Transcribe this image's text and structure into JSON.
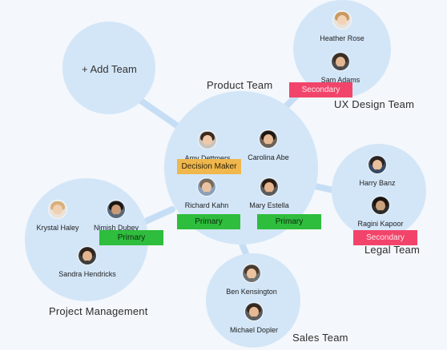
{
  "add_team": {
    "label": "+ Add Team"
  },
  "teams": {
    "product": {
      "name": "Product Team",
      "members": [
        {
          "name": "Amy Dettmers",
          "badge": "Decision Maker",
          "avatar": {
            "hair": "#3b2a20",
            "skin": "#f0c9a8",
            "shirt": "#c9c3bd"
          }
        },
        {
          "name": "Carolina Abe",
          "badge": "",
          "avatar": {
            "hair": "#1d1714",
            "skin": "#e7b994",
            "shirt": "#6e6257"
          }
        },
        {
          "name": "Richard Kahn",
          "badge": "Primary",
          "avatar": {
            "hair": "#7a6a5a",
            "skin": "#e9c2a2",
            "shirt": "#8aa0b8"
          }
        },
        {
          "name": "Mary Estella",
          "badge": "Primary",
          "avatar": {
            "hair": "#2a1b12",
            "skin": "#e5b48d",
            "shirt": "#5c5c5c"
          }
        }
      ]
    },
    "ux": {
      "name": "UX Design Team",
      "members": [
        {
          "name": "Heather Rose",
          "badge": "",
          "avatar": {
            "hair": "#c89a62",
            "skin": "#f3d3b6",
            "shirt": "#e9e3dc"
          }
        },
        {
          "name": "Sam Adams",
          "badge": "Secondary",
          "avatar": {
            "hair": "#3a2e26",
            "skin": "#e4b792",
            "shirt": "#4b4b4b"
          }
        }
      ]
    },
    "legal": {
      "name": "Legal Team",
      "members": [
        {
          "name": "Harry Banz",
          "badge": "",
          "avatar": {
            "hair": "#2c241f",
            "skin": "#e9bf9c",
            "shirt": "#384a63"
          }
        },
        {
          "name": "Ragini Kapoor",
          "badge": "Secondary",
          "avatar": {
            "hair": "#1b1410",
            "skin": "#caa07d",
            "shirt": "#2c2c2c"
          }
        }
      ]
    },
    "project": {
      "name": "Project Management",
      "members": [
        {
          "name": "Krystal Haley",
          "badge": "",
          "avatar": {
            "hair": "#d7b07d",
            "skin": "#f2d0b3",
            "shirt": "#ebe2d8"
          }
        },
        {
          "name": "Nimish Dubey",
          "badge": "Primary",
          "avatar": {
            "hair": "#1c1612",
            "skin": "#c99a76",
            "shirt": "#5a6a7a"
          }
        },
        {
          "name": "Sandra Hendricks",
          "badge": "",
          "avatar": {
            "hair": "#2f241d",
            "skin": "#e3b58f",
            "shirt": "#3e3e3e"
          }
        }
      ]
    },
    "sales": {
      "name": "Sales Team",
      "members": [
        {
          "name": "Ben Kensington",
          "badge": "",
          "avatar": {
            "hair": "#4a3a2d",
            "skin": "#ecc3a0",
            "shirt": "#707070"
          }
        },
        {
          "name": "Michael Dopler",
          "badge": "",
          "avatar": {
            "hair": "#35281f",
            "skin": "#e6b994",
            "shirt": "#5b5b5b"
          }
        }
      ]
    }
  },
  "colors": {
    "circle": "#d3e6f8",
    "connector": "#c5def5",
    "primary": "#2ebd3c",
    "secondary": "#f2446a",
    "decision_maker": "#efb74c"
  }
}
